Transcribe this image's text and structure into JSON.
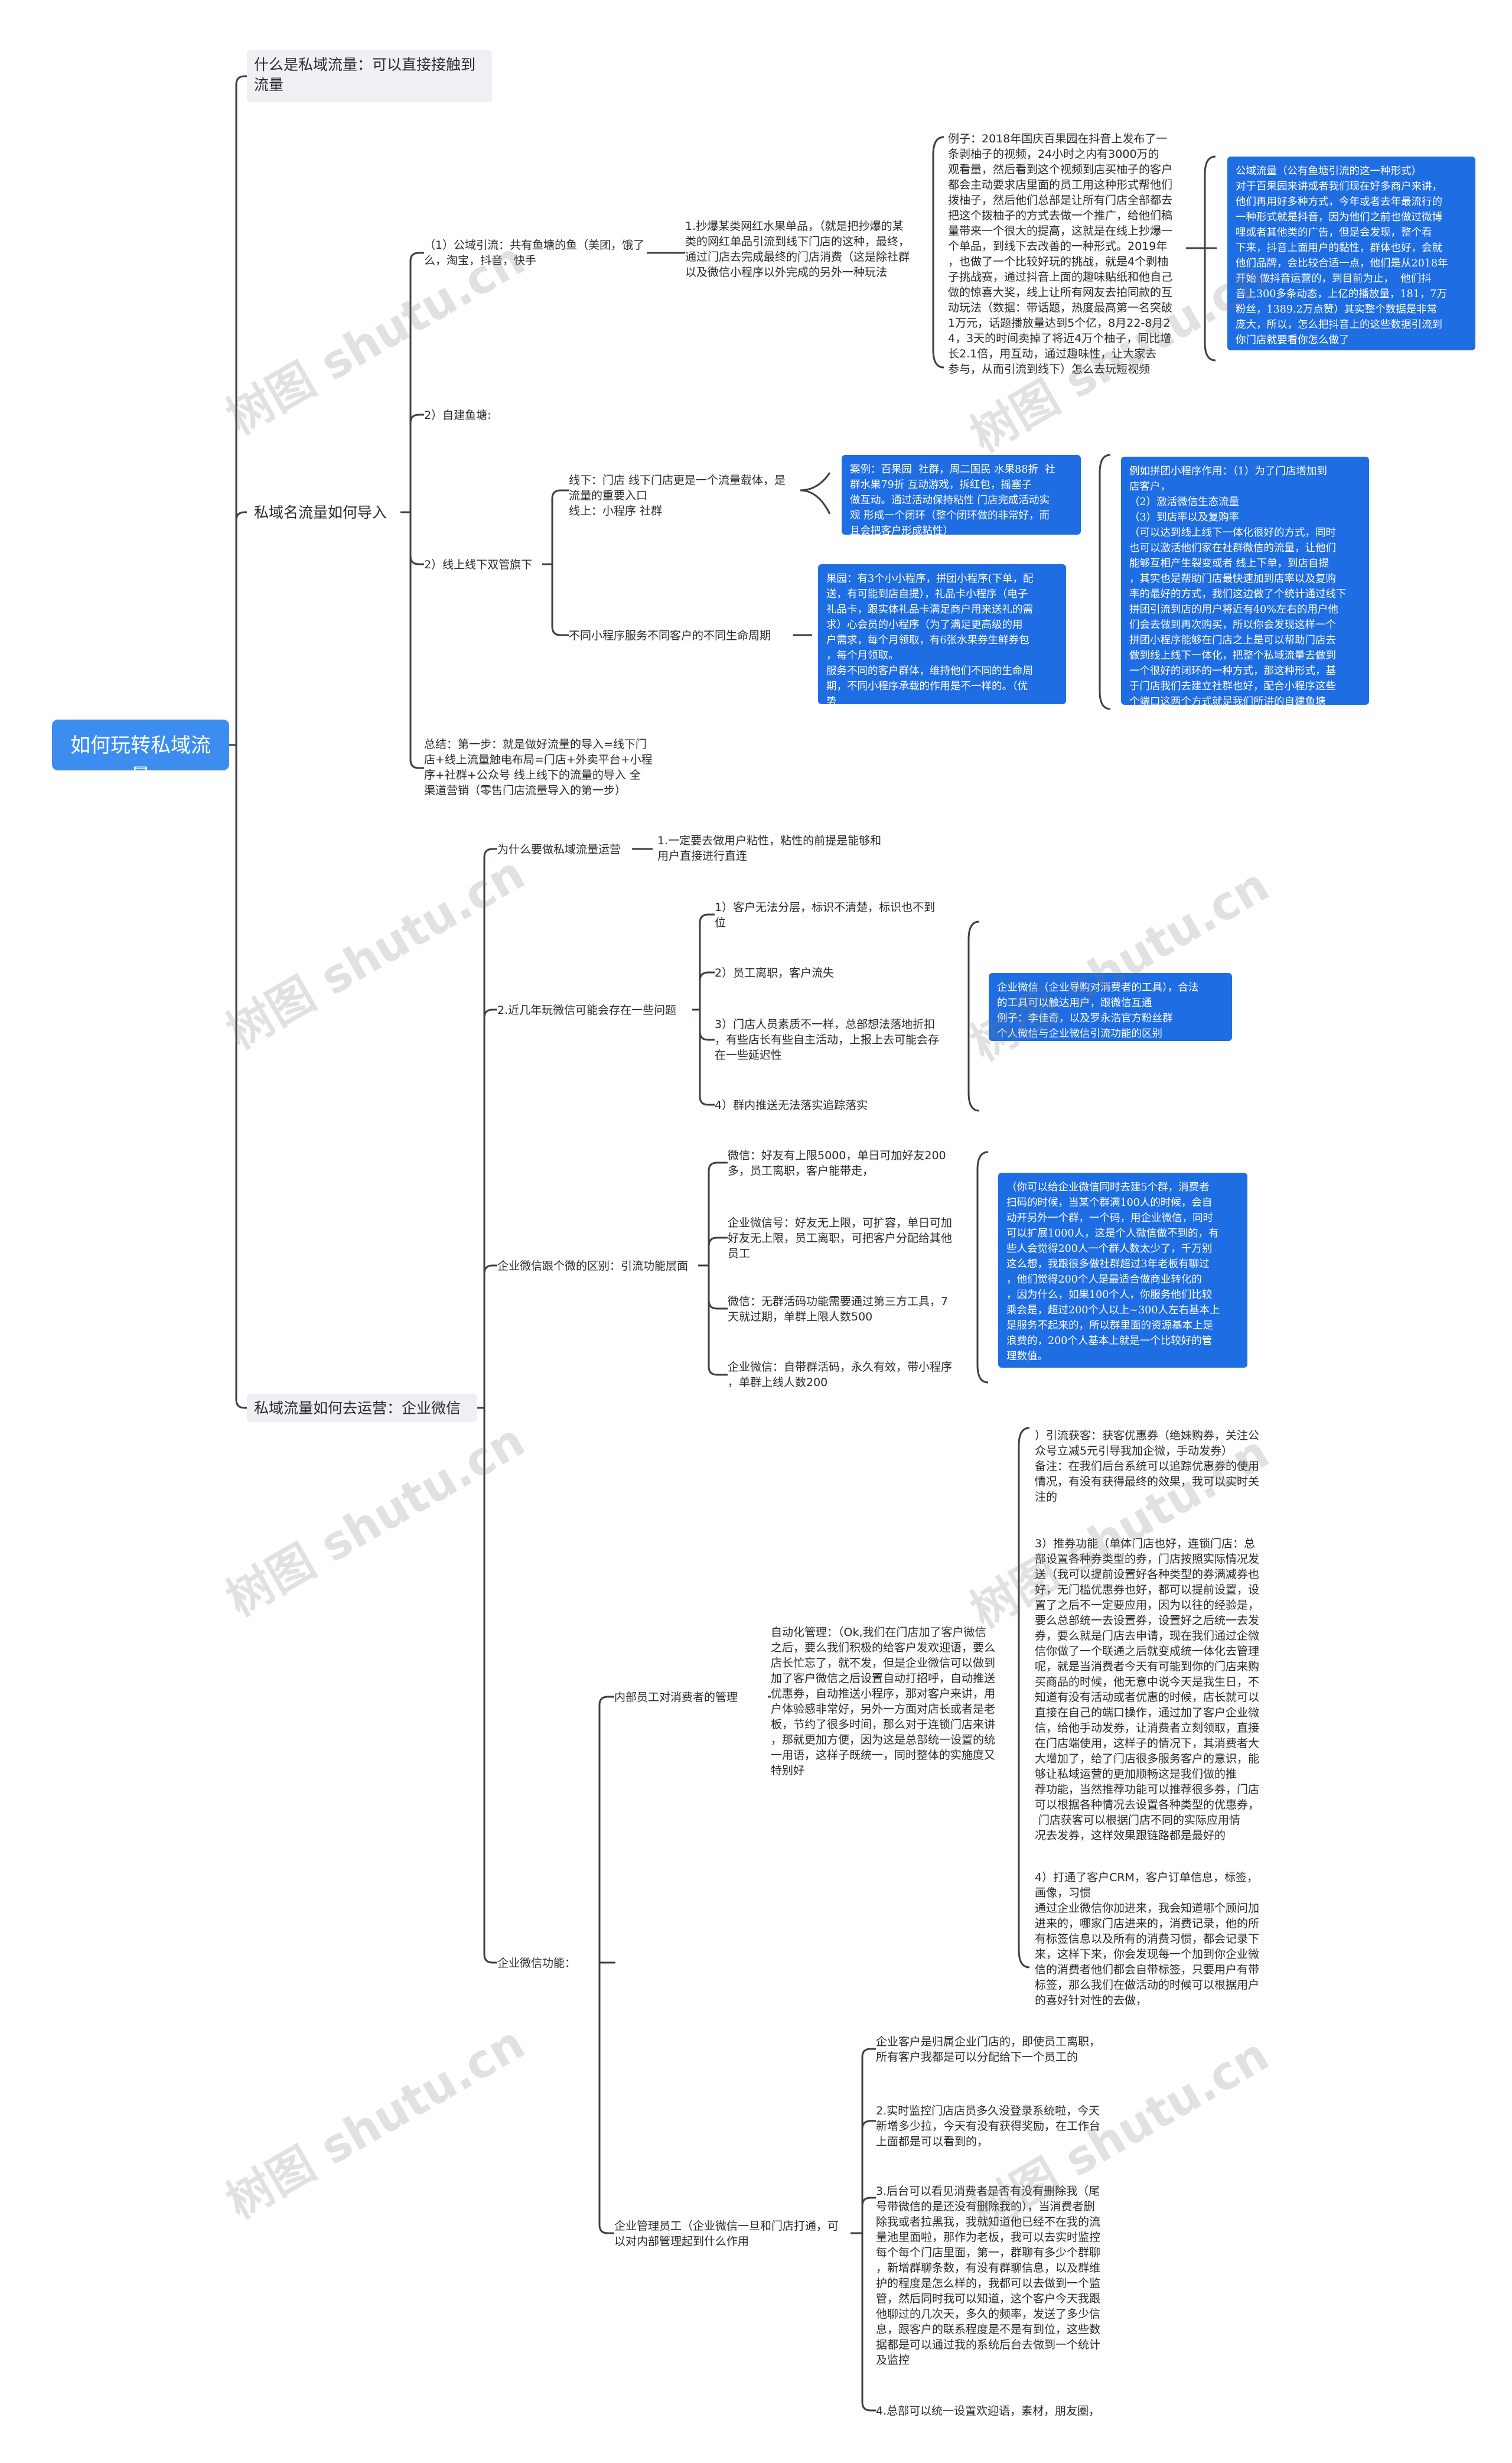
{
  "root": {
    "label": "如何玩转私域流量"
  },
  "branches": {
    "definition": "什么是私域流量：可以直接接触到\n流量",
    "import": "私域名流量如何导入",
    "operate": "私域流量如何去运营：企业微信"
  },
  "import": {
    "public": "（1）公域引流：共有鱼塘的鱼（美团，饿了\n么，淘宝，抖音，快手",
    "douyin": "1.抄爆某类网红水果单品，（就是把抄爆的某\n类的网红单品引流到线下门店的这种，最终，\n通过门店去完成最终的门店消费（这是除社群\n以及微信小程序以外完成的另外一种玩法",
    "example": "例子：2018年国庆百果园在抖音上发布了一\n条剥柚子的视频，24小时之内有3000万的\n观看量，然后看到这个视频到店买柚子的客户\n都会主动要求店里面的员工用这种形式帮他们\n拨柚子，然后他们总部是让所有门店全部都去\n把这个拨柚子的方式去做一个推广，给他们稿\n量带来一个很大的提高，这就是在线上抄爆一\n个单品，到线下去改善的一种形式。2019年\n，也做了一个比较好玩的挑战，就是4个剥柚\n子挑战赛，通过抖音上面的趣味贴纸和他自己\n做的惊喜大奖，线上让所有网友去拍同款的互\n动玩法（数据：带话题，热度最高第一名突破\n1万元，话题播放量达到5个亿，8月22-8月2\n4，3天的时间卖掉了将近4万个柚子，同比增\n长2.1倍，用互动，通过趣味性，让大家去\n参与，从而引流到线下）怎么去玩短视频",
    "public_def": "公域流量（公有鱼塘引流的这一种形式）\n对于百果园来讲或者我们现在好多商户来讲，\n他们再用好多种方式，今年或者去年最流行的\n一种形式就是抖音，因为他们之前也做过微博\n哩或者其他类的广告，但是会发现，整个看\n下来，抖音上面用户的黏性，群体也好，会就\n他们品牌，会比较合适一点，他们是从2018年\n开始 做抖音运营的，到目前为止，  他们抖\n音上300多条动态，上亿的播放量，181，7万\n粉丝，1389.2万点赞）其实整个数据是非常\n庞大，所以，怎么把抖音上的这些数据引流到\n你门店就要看你怎么做了",
    "pond": "2）自建鱼塘:",
    "dual": "2）线上线下双管旗下",
    "store": "线下：门店 线下门店更是一个流量载体，是\n流量的重要入口\n线上：小程序 社群",
    "case": "案例：百果园  社群，周二国民 水果88折  社\n群水果79折 互动游戏，拆红包，摇塞子\n做互动。通过活动保持粘性 门店完成活动实\n观 形成一个闭环（整个闭环做的非常好，而\n且会把客户形成粘性）",
    "mini": "不同小程序服务不同客户的不同生命周期",
    "mini_detail": "果园：有3个小小程序，拼团小程序(下单，配\n送，有可能到店自提），礼品卡小程序（电子\n礼品卡，跟实体礼品卡满足商户用来送礼的需\n求）心会员的小程序（为了满足更高级的用\n户需求，每个月领取，有6张水果券生鲜券包\n，每个月领取。\n服务不同的客户群体，维持他们不同的生命周\n期，不同小程序承载的作用是不一样的。（优\n势",
    "mini_role": "例如拼团小程序作用：（1）为了门店增加到\n店客户，\n（2）激活微信生态流量\n（3）到店率以及复购率\n（可以达到线上线下一体化很好的方式，同时\n也可以激活他们家在社群微信的流量，让他们\n能够互相产生裂变或者 线上下单，到店自提\n，其实也是帮助门店最快速加到店率以及复购\n率的最好的方式，我们这边做了个统计通过线下\n拼团引流到店的用户将近有40%左右的用户他\n们会去做到再次购买，所以你会发现这样一个\n拼团小程序能够在门店之上是可以帮助门店去\n做到线上线下一体化，把整个私域流量去做到\n一个很好的闭环的一种方式，那这种形式，基\n于门店我们去建立社群也好，配合小程序这些\n个端口这两个方式就是我们所讲的自建鱼塘",
    "summary": "总结：第一步：就是做好流量的导入=线下门\n店+线上流量触电布局=门店+外卖平台+小程\n序+社群+公众号 线上线下的流量的导入 全\n渠道营销（零售门店流量导入的第一步）"
  },
  "operate": {
    "why": "为什么要做私域流量运营",
    "why_ans": "1.一定要去做用户粘性，粘性的前提是能够和\n用户直接进行直连",
    "problems": "2.近几年玩微信可能会存在一些问题",
    "p1": "1）客户无法分层，标识不清楚，标识也不到\n位",
    "p2": "2）员工离职，客户流失",
    "p3": "3）门店人员素质不一样，总部想法落地折扣\n，有些店长有些自主活动，上报上去可能会存\n在一些延迟性",
    "p4": "4）群内推送无法落实追踪落实",
    "wecom_def": "企业微信（企业导购对消费者的工具），合法\n的工具可以触达用户，跟微信互通\n例子：李佳奇，以及罗永浩官方粉丝群\n个人微信与企业微信引流功能的区别",
    "diff": "企业微信跟个微的区别：引流功能层面",
    "d1": "微信：好友有上限5000，单日可加好友200\n多，员工离职，客户能带走，",
    "d2": "企业微信号：好友无上限，可扩容，单日可加\n好友无上限，员工离职，可把客户分配给其他\n员工",
    "d3": "微信：无群活码功能需要通过第三方工具，7\n天就过期，单群上限人数500",
    "d4": "企业微信：自带群活码，永久有效，带小程序\n，单群上线人数200",
    "group_note": "（你可以给企业微信同时去建5个群，消费者\n扫码的时候，当某个群满100人的时候，会自\n动开另外一个群，一个码，用企业微信，同时\n可以扩展1000人，这是个人微信做不到的，有\n些人会觉得200人一个群人数太少了，千万别\n这么想，我跟很多做社群超过3年老板有聊过\n，他们觉得200个人是最适合做商业转化的\n，因为什么，如果100个人，你服务他们比较\n乘会是，超过200个人以上~300人左右基本上\n是服务不起来的，所以群里面的资源基本上是\n浪费的，200个人基本上就是一个比较好的管\n理数值。",
    "mgmt": "企业微信功能：",
    "internal": "内部员工对消费者的管理",
    "auto": "自动化管理：（Ok,我们在门店加了客户微信\n之后，要么我们积极的给客户发欢迎语，要么\n店长忙忘了，就不发，但是企业微信可以做到\n加了客户微信之后设置自动打招呼，自动推送\n优惠券，自动推送小程序，那对客户来讲，用\n户体验感非常好，另外一方面对店长或者是老\n板，节约了很多时间，那么对于连锁门店来讲\n，那就更加方便，因为这是总部统一设置的统\n一用语，这样子既统一，同时整体的实施度又\n特别好",
    "f1": "）引流获客：获客优惠券（绝妹购券，关注公\n众号立减5元引导我加企微，手动发券）\n备注：在我们后台系统可以追踪优惠券的使用\n情况，有没有获得最终的效果，我可以实时关\n注的",
    "f2": "3）推券功能（单体门店也好，连锁门店：总\n部设置各种券类型的券，门店按照实际情况发\n送（我可以提前设置好各种类型的券满减券也\n好，无门槛优惠券也好，都可以提前设置，设\n置了之后不一定要应用，因为以往的经验是，\n要么总部统一去设置券，设置好之后统一去发\n券，要么就是门店去申请，现在我们通过企微\n信你做了一个联通之后就变成统一体化去管理\n呢，就是当消费者今天有可能到你的门店来购\n买商品的时候，他无意中说今天是我生日，不\n知道有没有活动或者优惠的时候，店长就可以\n直接在自己的端口操作，通过加了客户企业微\n信，给他手动发券，让消费者立刻领取，直接\n在门店端使用，这样子的情况下，其消费者大\n大增加了，给了门店很多服务客户的意识，能\n够让私域运营的更加顺畅这是我们做的推\n荐功能，当然推荐功能可以推荐很多券，门店\n可以根据各种情况去设置各种类型的优惠券，\n 门店获客可以根据门店不同的实际应用情\n况去发券，这样效果跟链路都是最好的",
    "f3": "4）打通了客户CRM，客户订单信息，标签，\n画像，习惯\n通过企业微信你加进来，我会知道哪个顾问加\n进来的，哪家门店进来的，消费记录，他的所\n有标签信息以及所有的消费习惯，都会记录下\n来，这样下来，你会发现每一个加到你企业微\n信的消费者他们都会自带标签，只要用户有带\n标签，那么我们在做活动的时候可以根据用户\n的喜好针对性的去做，",
    "staff": "企业管理员工（企业微信一旦和门店打通，可\n以对内部管理起到什么作用",
    "s1": "企业客户是归属企业门店的，即使员工离职，\n所有客户我都是可以分配给下一个员工的",
    "s2": "2.实时监控门店店员多久没登录系统啦，今天\n新增多少拉，今天有没有获得奖励，在工作台\n上面都是可以看到的，",
    "s3": "3.后台可以看见消费者是否有没有删除我（尾\n号带微信的是还没有删除我的），当消费者删\n除我或者拉黑我，我就知道他已经不在我的流\n量池里面啦，那作为老板，我可以去实时监控\n每个每个门店里面，第一，群聊有多少个群聊\n，新增群聊条数，有没有群聊信息，以及群维\n护的程度是怎么样的，我都可以去做到一个监\n管，然后同时我可以知道，这个客户今天我跟\n他聊过的几次天，多久的频率，发送了多少信\n息，跟客户的联系程度是不是有到位，这些数\n据都是可以通过我的系统后台去做到一个统计\n及监控",
    "s4": "4.总部可以统一设置欢迎语，素材，朋友圈，"
  },
  "watermark": "树图 shutu.cn"
}
